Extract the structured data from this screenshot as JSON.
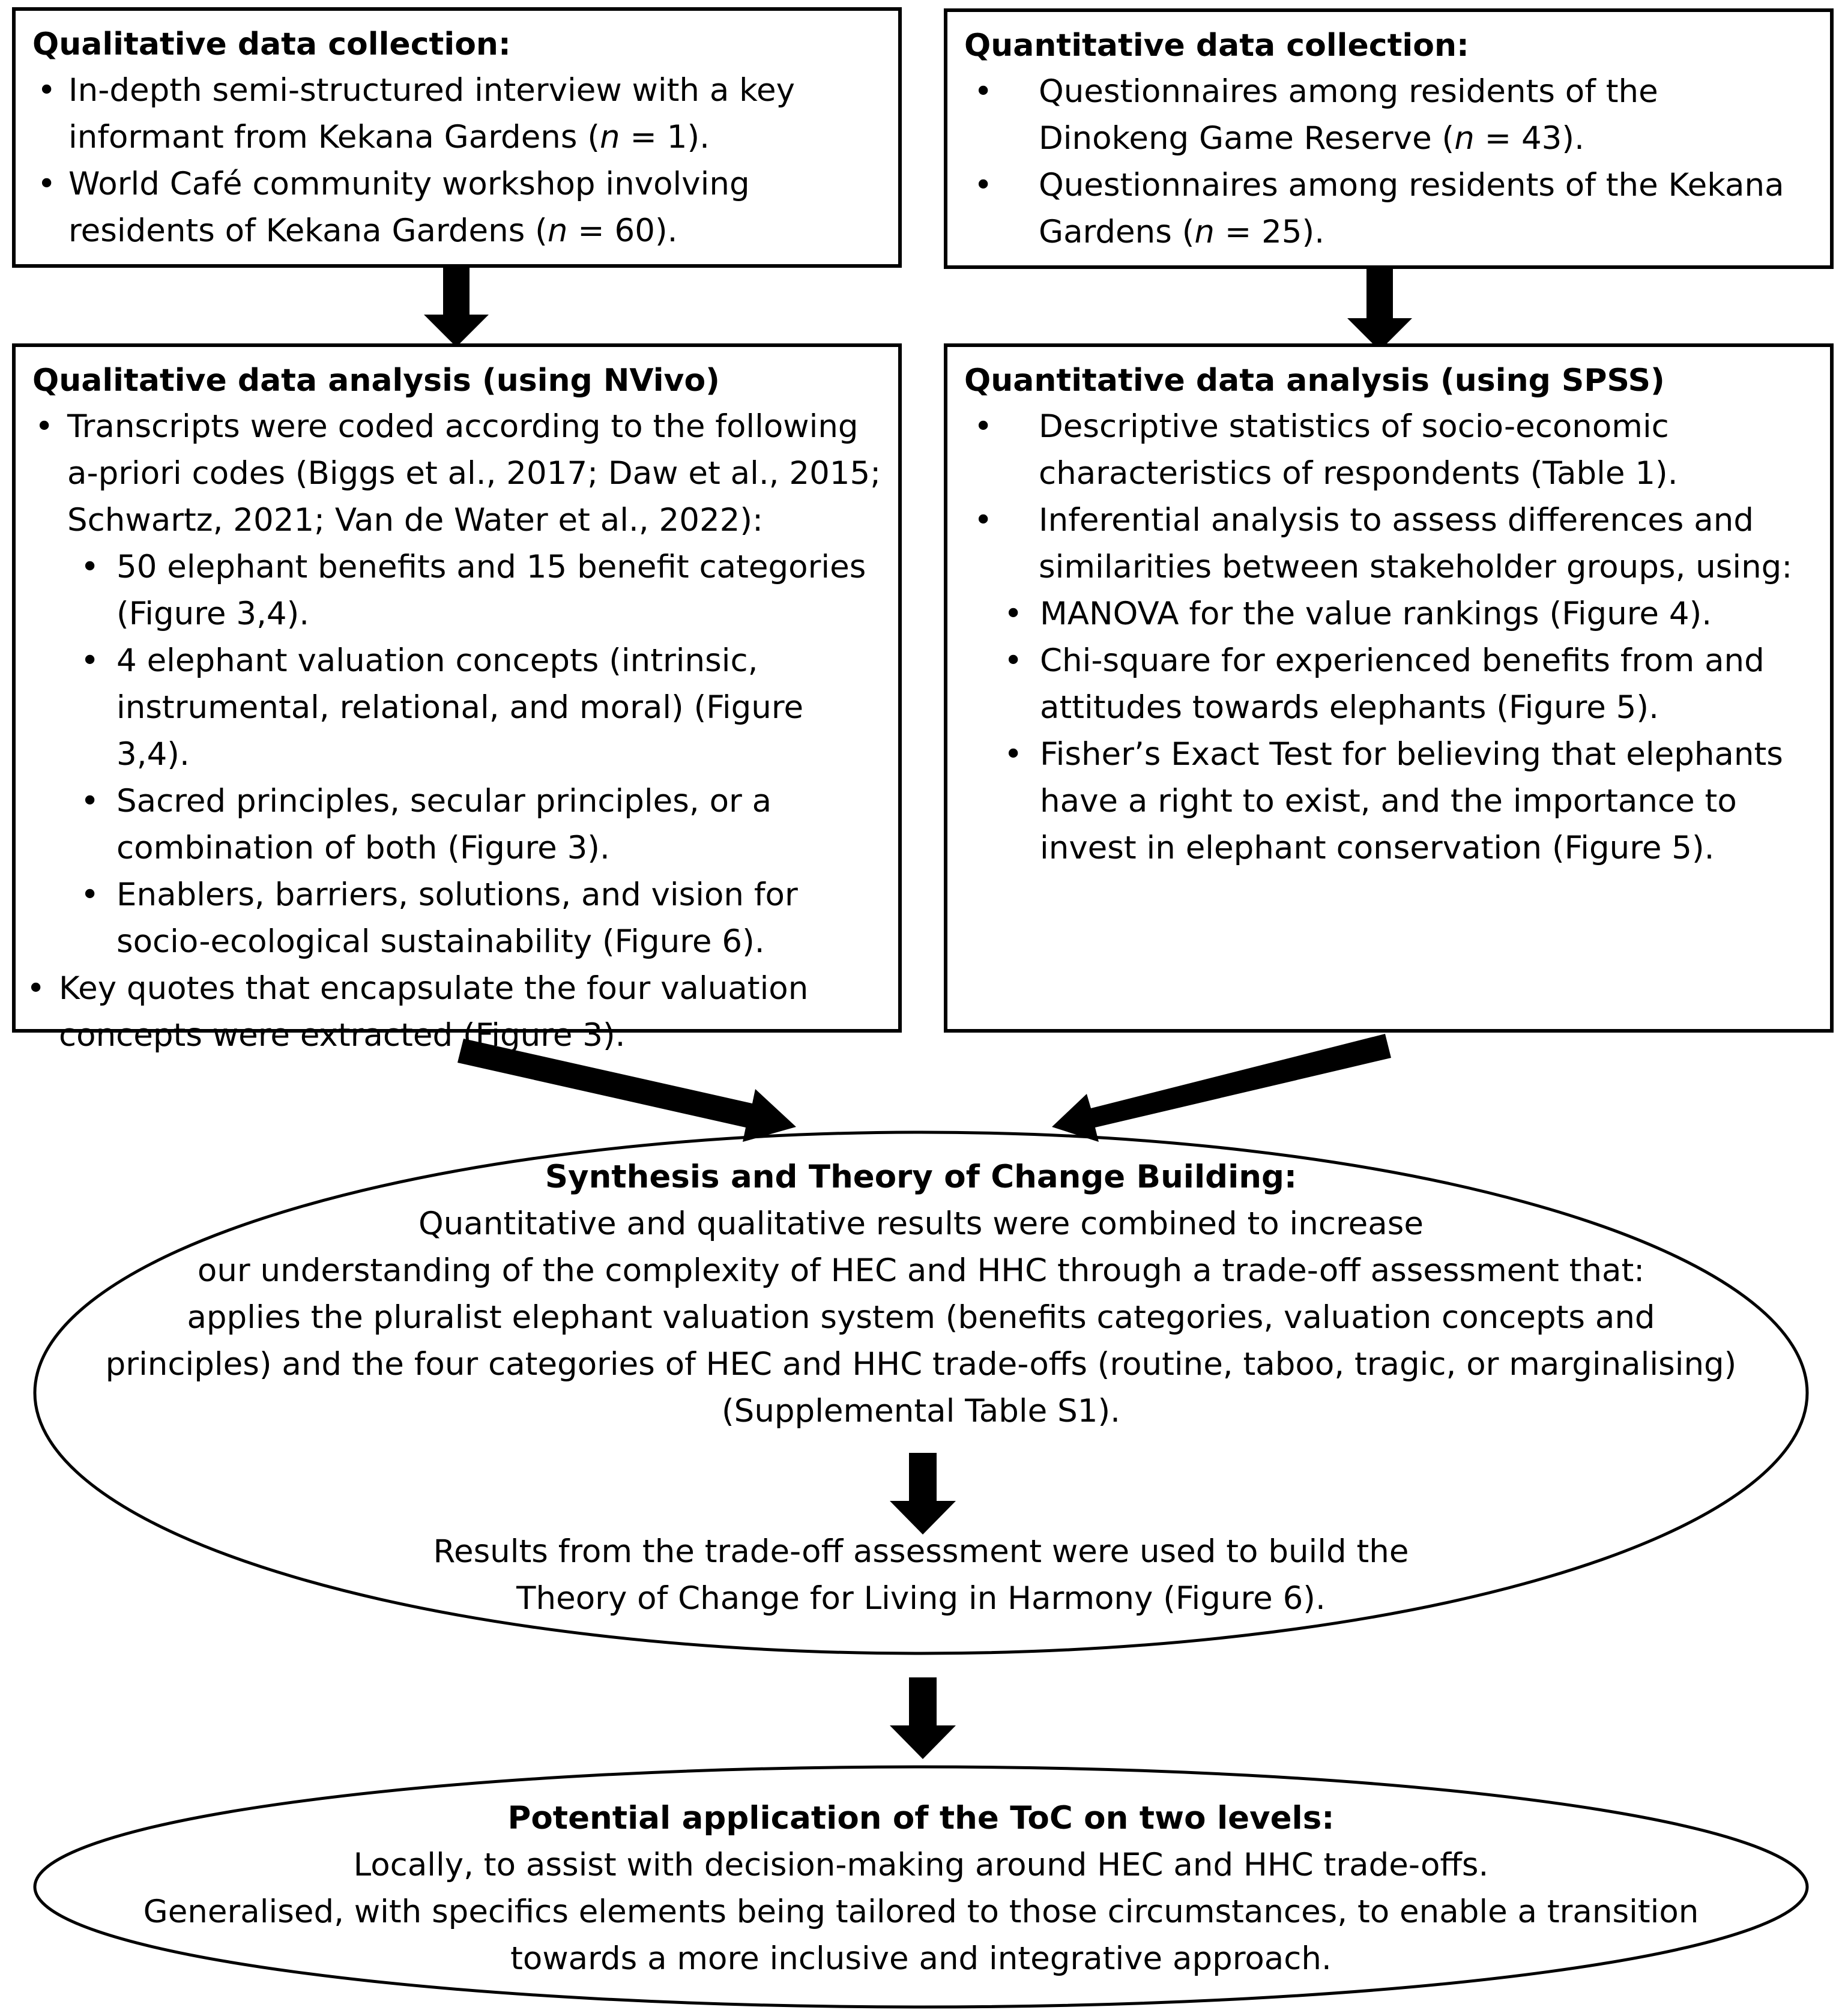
{
  "colors": {
    "stroke": "#000000",
    "fill": "#ffffff",
    "text": "#000000"
  },
  "qual_collection": {
    "title": "Qualitative data collection:",
    "b1_pre": "In-depth semi-structured interview with a key informant from Kekana Gardens (",
    "b1_n": "n",
    "b1_post": " = 1).",
    "b2_pre": "World Café community workshop involving residents of Kekana Gardens (",
    "b2_n": "n",
    "b2_post": " = 60)."
  },
  "quant_collection": {
    "title": "Quantitative data collection:",
    "b1_pre": "Questionnaires among residents of the Dinokeng Game Reserve (",
    "b1_n": "n",
    "b1_post": " = 43).",
    "b2_pre": "Questionnaires among residents of the Kekana Gardens (",
    "b2_n": "n",
    "b2_post": " = 25)."
  },
  "qual_analysis": {
    "title": "Qualitative data analysis (using NVivo)",
    "b1": "Transcripts were coded according to the following a-priori codes (Biggs et al., 2017; Daw et al., 2015; Schwartz, 2021; Van de Water et al., 2022):",
    "sub": [
      "50 elephant benefits and 15 benefit categories (Figure 3,4).",
      "4 elephant valuation concepts (intrinsic, instrumental, relational, and moral) (Figure 3,4).",
      "Sacred principles, secular principles, or a combination of both (Figure 3).",
      "Enablers, barriers, solutions, and vision for socio-ecological sustainability (Figure 6)."
    ],
    "b2": "Key quotes that encapsulate the four valuation concepts were extracted (Figure 3)."
  },
  "quant_analysis": {
    "title": "Quantitative data analysis (using SPSS)",
    "b1": "Descriptive statistics of socio-economic characteristics of respondents (Table 1).",
    "b2": "Inferential analysis to assess differences and similarities between stakeholder groups, using:",
    "sub": [
      "MANOVA for the value rankings (Figure 4).",
      "Chi-square for experienced benefits from and attitudes towards elephants (Figure 5).",
      "Fisher’s Exact Test for believing that elephants have a right to exist, and the importance to invest in elephant conservation (Figure 5)."
    ]
  },
  "synthesis": {
    "title": "Synthesis and Theory of Change Building:",
    "lines": [
      "Quantitative and qualitative results were combined to increase",
      "our understanding of the complexity of HEC and HHC through a trade-off assessment that:",
      "applies the pluralist elephant valuation system (benefits categories, valuation concepts and",
      "principles) and the four categories of HEC and HHC trade-offs (routine, taboo, tragic, or marginalising)",
      "(Supplemental Table S1)."
    ],
    "result_lines": [
      "Results from the trade-off assessment were used to build the",
      "Theory of Change for Living in Harmony (Figure 6)."
    ]
  },
  "application": {
    "title": "Potential application of the ToC on two levels:",
    "lines": [
      "Locally, to assist with decision-making around HEC and HHC trade-offs.",
      "Generalised, with specifics elements being tailored to those circumstances, to enable a transition",
      "towards a more inclusive and integrative approach."
    ]
  }
}
